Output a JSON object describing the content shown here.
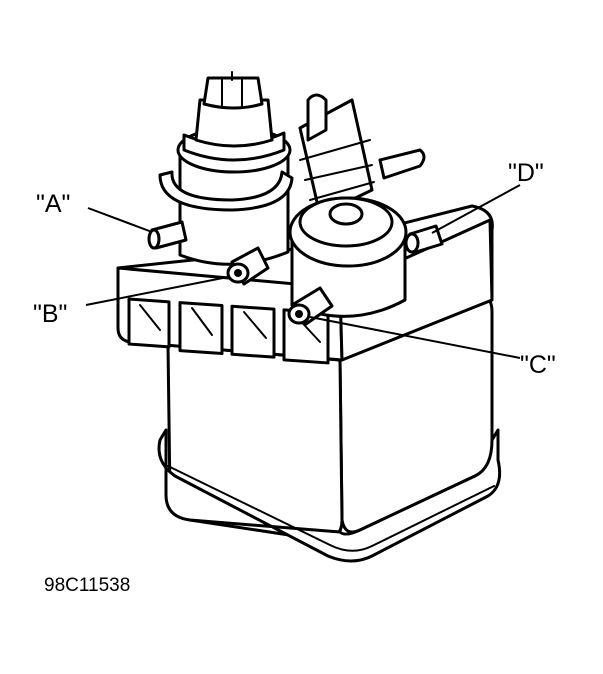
{
  "callouts": {
    "a": "\"A\"",
    "b": "\"B\"",
    "c": "\"C\"",
    "d": "\"D\""
  },
  "figure_code": "98C11538",
  "colors": {
    "ink": "#000000",
    "paper": "#ffffff"
  }
}
